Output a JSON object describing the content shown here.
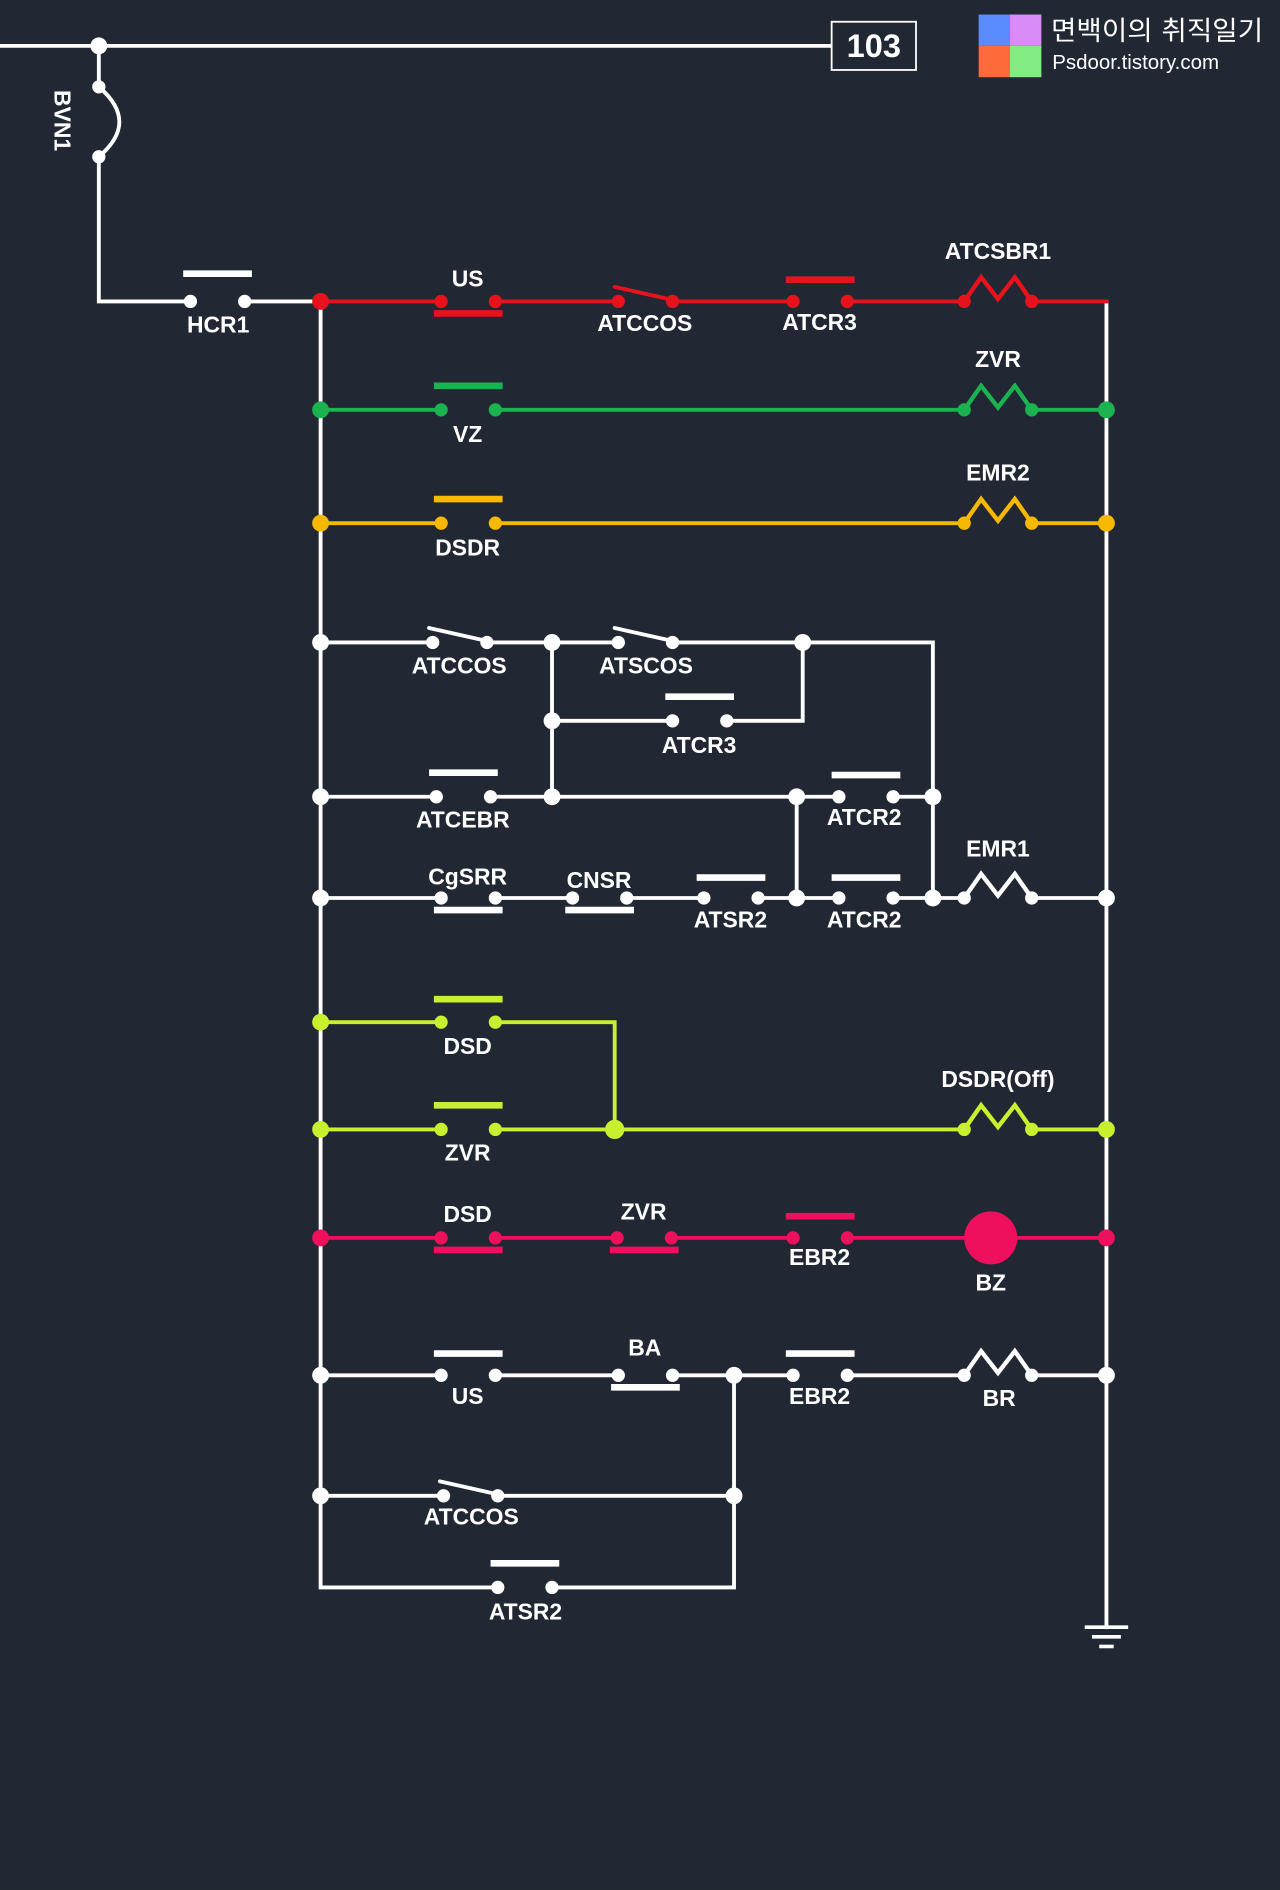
{
  "page_number": "103",
  "logo": {
    "title": "면백이의 취직일기",
    "url": "Psdoor.tistory.com",
    "colors": [
      "#5b8cff",
      "#d98bf7",
      "#ff6a3a",
      "#82ec82"
    ]
  },
  "theme": {
    "background": "#222833",
    "wire": "#ffffff"
  },
  "supply": {
    "fuse": "BVN1",
    "contact": "HCR1"
  },
  "rungs": [
    {
      "color": "#e8121c",
      "labels": [
        "US",
        "ATCCOS",
        "ATCR3",
        "ATCSBR1"
      ]
    },
    {
      "color": "#1bb34f",
      "labels": [
        "VZ",
        "ZVR"
      ]
    },
    {
      "color": "#f7b900",
      "labels": [
        "DSDR",
        "EMR2"
      ]
    },
    {
      "color": "#ffffff",
      "labels": [
        "ATCCOS",
        "ATSCOS",
        "ATCR3",
        "ATCEBR",
        "ATCR2",
        "CgSRR",
        "CNSR",
        "ATSR2",
        "ATCR2",
        "EMR1"
      ]
    },
    {
      "color": "#c9f02f",
      "labels": [
        "DSD",
        "ZVR",
        "DSDR(Off)"
      ]
    },
    {
      "color": "#ee0f5d",
      "labels": [
        "DSD",
        "ZVR",
        "EBR2",
        "BZ"
      ]
    },
    {
      "color": "#ffffff",
      "labels": [
        "US",
        "BA",
        "EBR2",
        "BR",
        "ATCCOS",
        "ATSR2"
      ]
    }
  ]
}
